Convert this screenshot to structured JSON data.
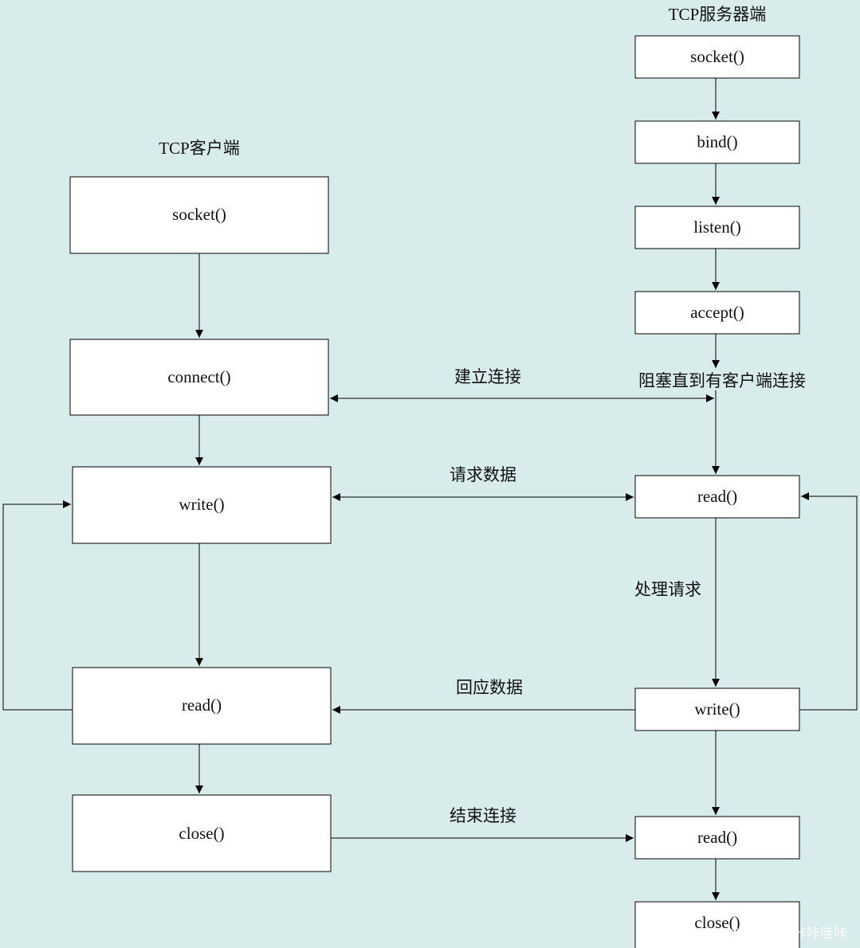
{
  "client": {
    "title": "TCP客户端",
    "socket": "socket()",
    "connect": "connect()",
    "write": "write()",
    "read": "read()",
    "close": "close()"
  },
  "server": {
    "title": "TCP服务器端",
    "socket": "socket()",
    "bind": "bind()",
    "listen": "listen()",
    "accept": "accept()",
    "blocking_note": "阻塞直到有客户端连接",
    "read": "read()",
    "processing_note": "处理请求",
    "write": "write()",
    "read_end": "read()",
    "close": "close()"
  },
  "links": {
    "establish": "建立连接",
    "request": "请求数据",
    "response": "回应数据",
    "finish": "结束连接"
  },
  "watermark": "CSDN @哇咔咔哇咔",
  "colors": {
    "background": "#d9ecec",
    "box_fill": "#ffffff",
    "line": "#000000"
  }
}
